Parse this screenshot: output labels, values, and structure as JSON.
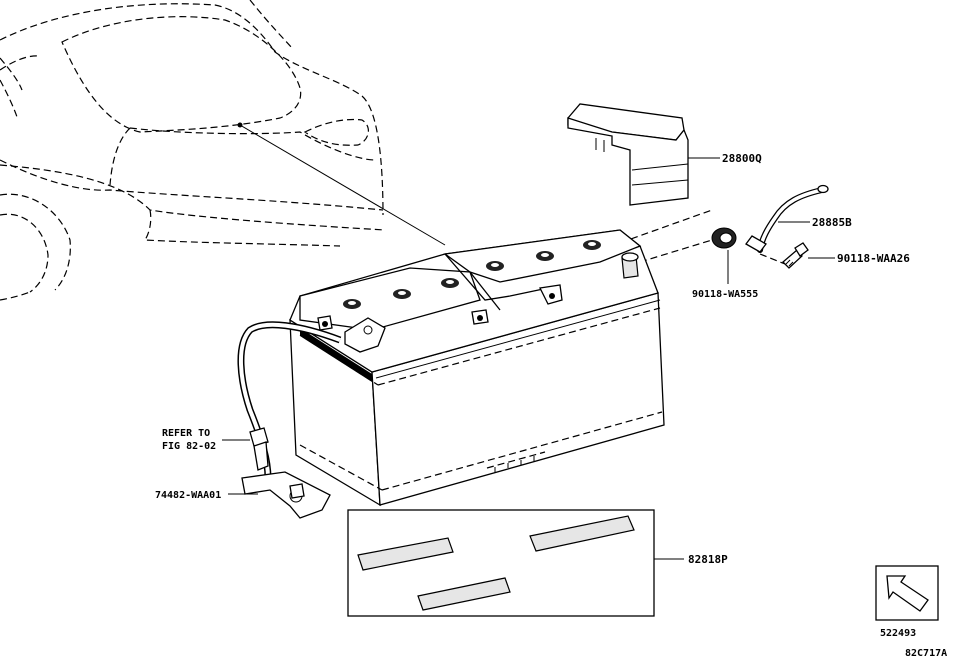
{
  "diagram": {
    "callouts": {
      "cover": "28800Q",
      "cable": "28885B",
      "bolt": "90118-WAA26",
      "nut": "90118-WA555",
      "refer_line1": "REFER TO",
      "refer_line2": "FIG 82-02",
      "bracket": "74482-WAA01",
      "labels_set": "82818P"
    },
    "view_code": "522493",
    "figure_code": "82C717A"
  }
}
